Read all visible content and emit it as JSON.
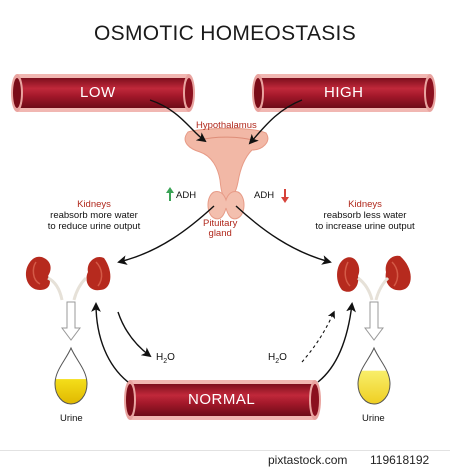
{
  "title": "OSMOTIC HOMEOSTASIS",
  "vessels": {
    "low": "LOW",
    "high": "HIGH",
    "normal": "NORMAL"
  },
  "organs": {
    "hypothalamus": "Hypothalamus",
    "pituitary_line1": "Pituitary",
    "pituitary_line2": "gland"
  },
  "hormone": {
    "left": "ADH",
    "right": "ADH"
  },
  "kidneys_left": {
    "title": "Kidneys",
    "line1": "reabsorb more water",
    "line2": "to reduce urine output"
  },
  "kidneys_right": {
    "title": "Kidneys",
    "line1": "reabsorb less water",
    "line2": "to increase urine output"
  },
  "water": {
    "h": "H",
    "sub": "2",
    "o": "O"
  },
  "urine_left": "Urine",
  "urine_right": "Urine",
  "footer": {
    "site": "pixtastock.com",
    "id": "119618192"
  },
  "colors": {
    "vessel": "#a3182a",
    "vessel_edge": "#e9a4a0",
    "tissue": "#f2b8a6",
    "kidney": "#b62a1e",
    "urine": "#f0d000",
    "increase_arrow": "#3aa356",
    "decrease_arrow": "#d6423a"
  }
}
